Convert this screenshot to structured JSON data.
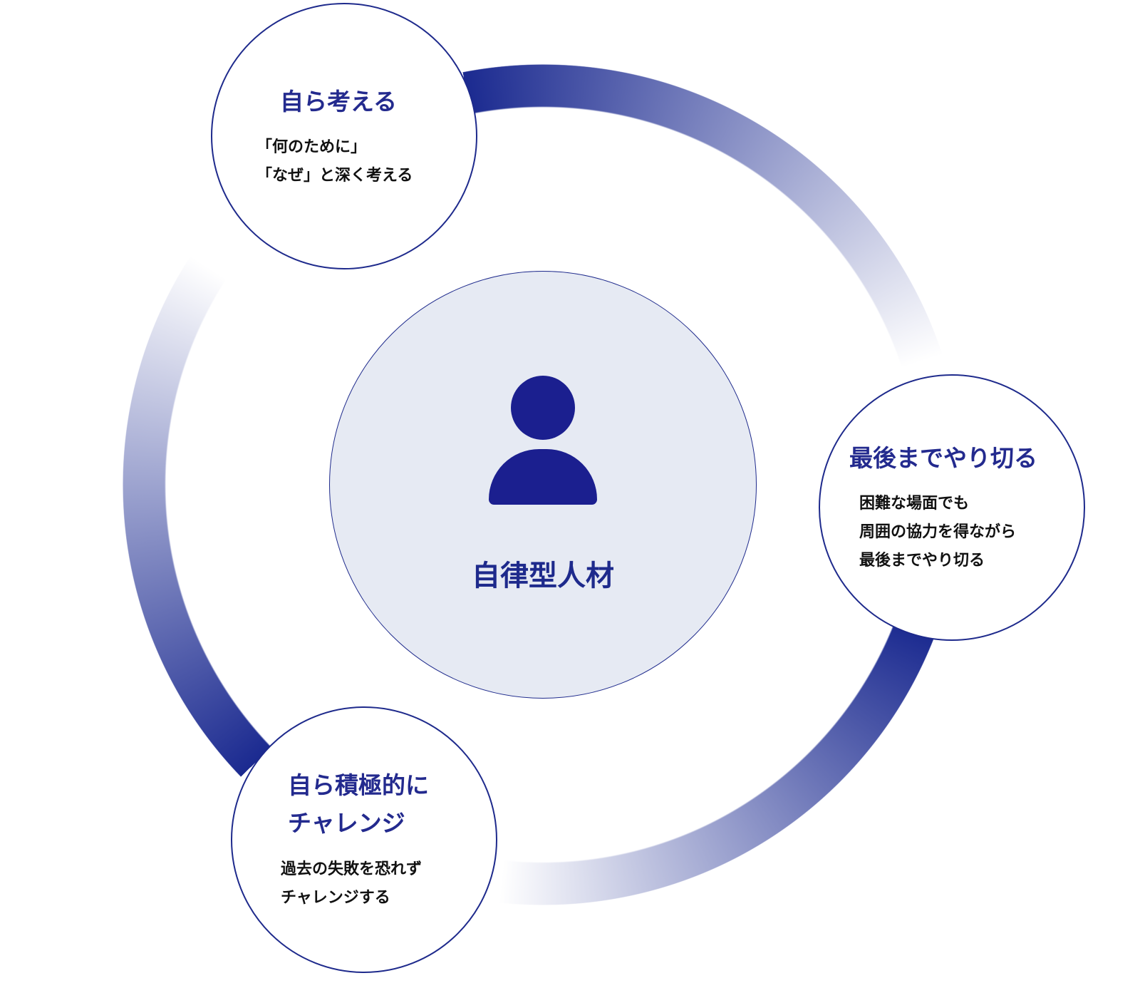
{
  "colors": {
    "primary": "#1e2a8c",
    "center_fill": "#e6eaf3"
  },
  "center": {
    "icon": "person-icon",
    "title": "自律型人材"
  },
  "nodes": [
    {
      "title": [
        "自ら考える"
      ],
      "desc": [
        "「何のために」",
        "「なぜ」と深く考える"
      ]
    },
    {
      "title": [
        "最後までやり切る"
      ],
      "desc": [
        "困難な場面でも",
        "周囲の協力を得ながら",
        "最後までやり切る"
      ]
    },
    {
      "title": [
        "自ら積極的に",
        "チャレンジ"
      ],
      "desc": [
        "過去の失敗を恐れず",
        "チャレンジする"
      ]
    }
  ]
}
